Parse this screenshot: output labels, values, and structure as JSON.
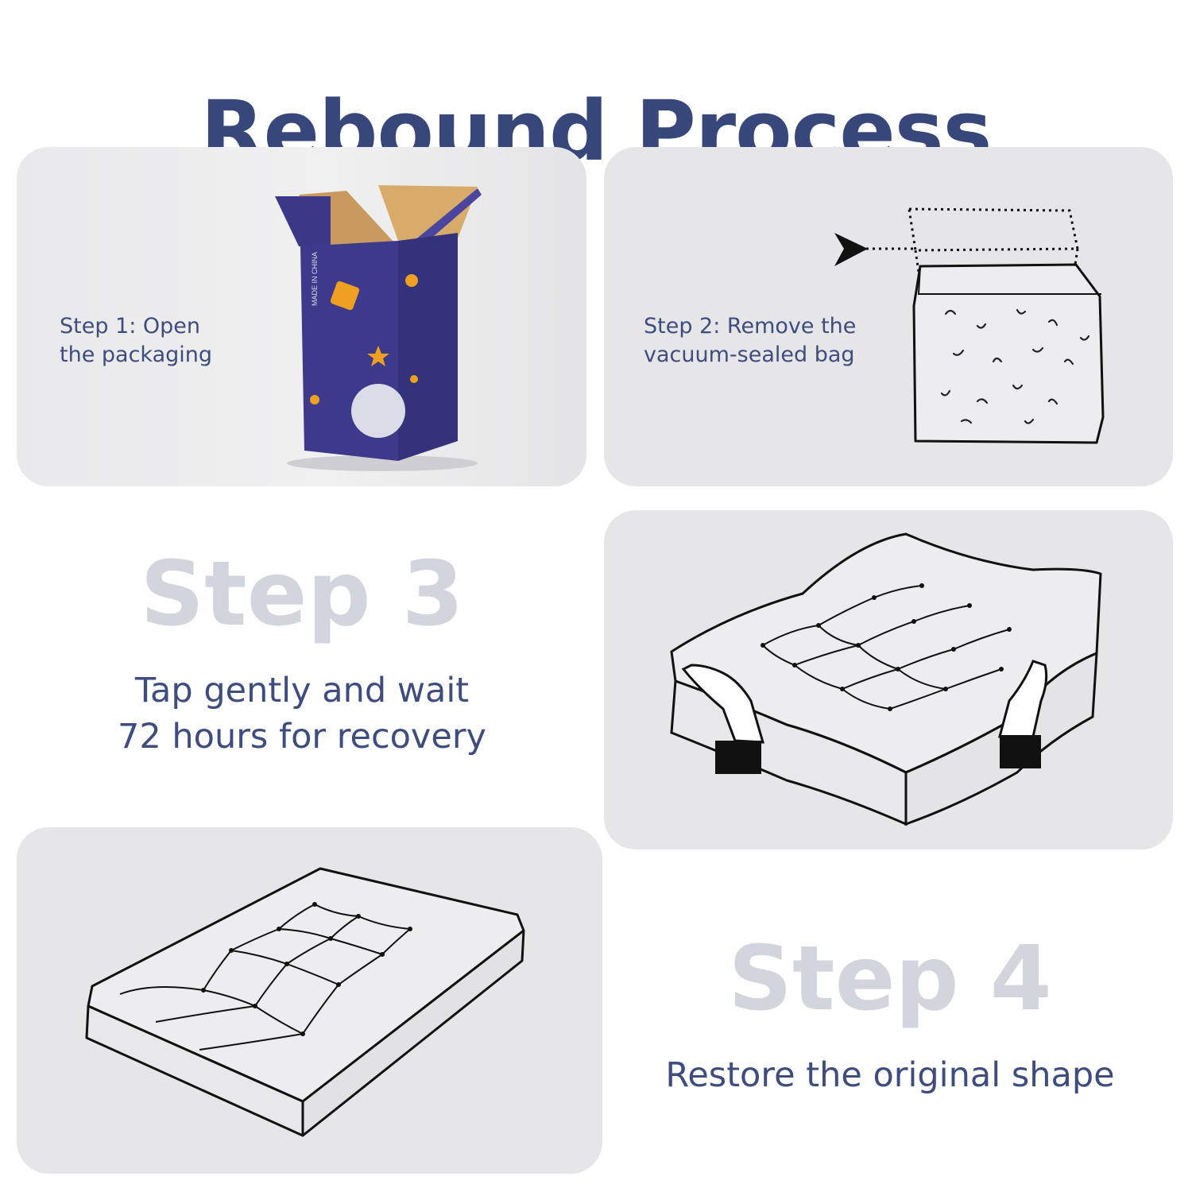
{
  "title": "Rebound Process",
  "step1": {
    "line1": "Step 1: Open",
    "line2": "the packaging"
  },
  "step2": {
    "line1": "Step 2: Remove the",
    "line2": "vacuum-sealed bag"
  },
  "step3": {
    "heading": "Step 3",
    "line1": "Tap gently and wait",
    "line2": "72 hours for recovery"
  },
  "step4": {
    "heading": "Step 4",
    "caption": "Restore the original shape"
  },
  "colors": {
    "title": "#38477a",
    "text": "#3e4c7e",
    "heading_light": "#d3d5de",
    "panel": "#e6e6e8",
    "box": "#3d3a8c",
    "accent": "#f0a020"
  },
  "icons": {
    "step1": "product-box-illustration",
    "step2": "vacuum-bag-illustration",
    "step3": "hands-mattress-illustration",
    "step4": "mattress-illustration"
  }
}
